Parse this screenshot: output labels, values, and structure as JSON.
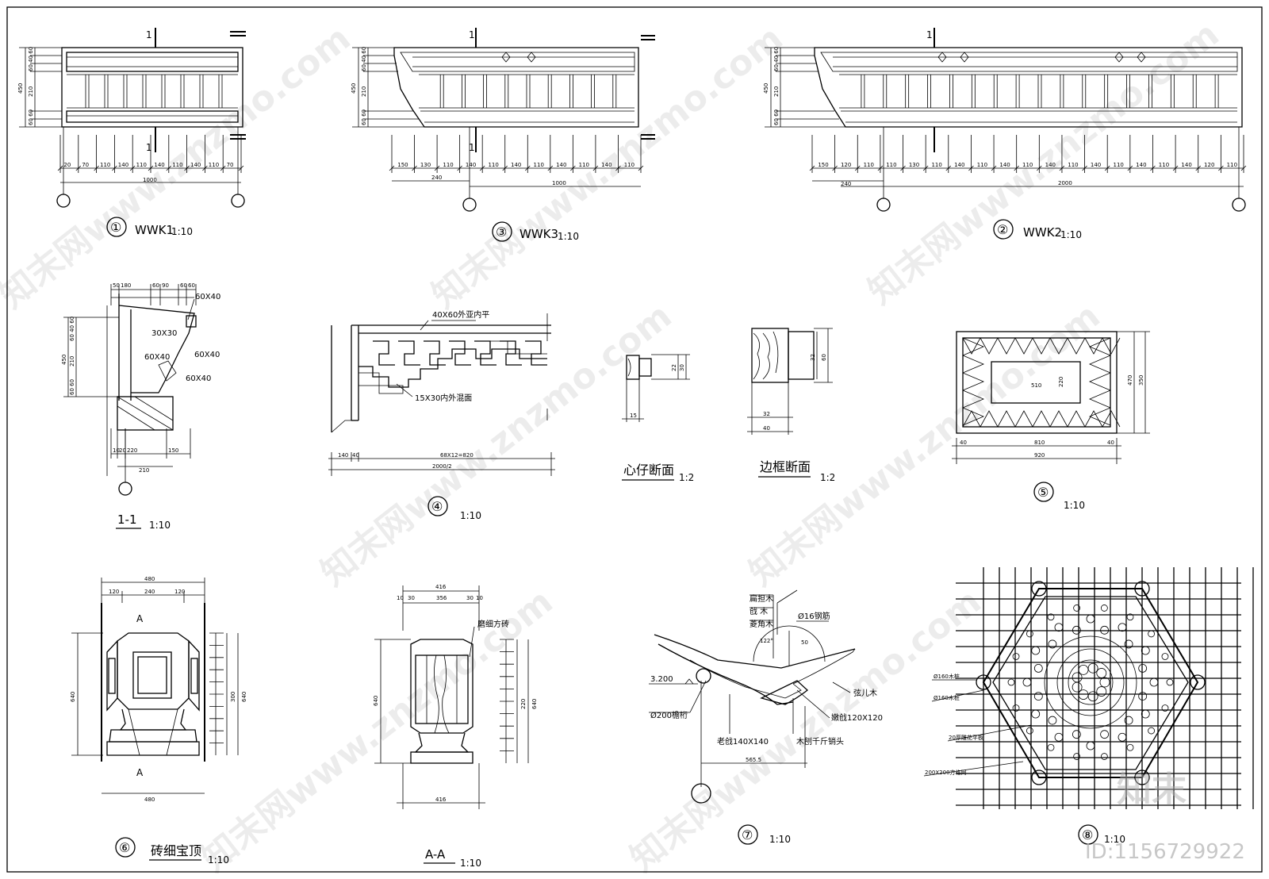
{
  "drawing": {
    "wwk1": {
      "num": "①",
      "name": "WWK1",
      "scale": "1:10",
      "sec": "1",
      "vdims": [
        "60",
        "40",
        "60",
        "210",
        "60",
        "60"
      ],
      "vtotal": "450",
      "hdims": [
        "20",
        "70",
        "110",
        "140",
        "110",
        "140",
        "110",
        "140",
        "110",
        "70"
      ],
      "total": "1000"
    },
    "wwk3": {
      "num": "③",
      "name": "WWK3",
      "scale": "1:10",
      "sec": "1",
      "vdims": [
        "60",
        "40",
        "60",
        "210",
        "60",
        "60"
      ],
      "vtotal": "450",
      "hdims": [
        "150",
        "130",
        "110",
        "140",
        "110",
        "140",
        "110",
        "140",
        "110",
        "140",
        "110"
      ],
      "sub": "240",
      "total": "1000"
    },
    "wwk2": {
      "num": "②",
      "name": "WWK2",
      "scale": "1:10",
      "sec": "1",
      "vdims": [
        "60",
        "40",
        "60",
        "210",
        "60",
        "60"
      ],
      "vtotal": "450",
      "hdims": [
        "150",
        "120",
        "110",
        "110",
        "130",
        "110",
        "140",
        "110",
        "140",
        "110",
        "140",
        "110",
        "140",
        "110",
        "140",
        "110",
        "140",
        "120",
        "110"
      ],
      "sub": "240",
      "total": "2000"
    },
    "sec11": {
      "name": "1-1",
      "scale": "1:10",
      "top": [
        "50",
        "180",
        "60",
        "90",
        "60",
        "60"
      ],
      "notes": [
        "60X40",
        "30X30",
        "60X40",
        "60X40",
        "60X40"
      ],
      "vdims": [
        "60",
        "40",
        "60",
        "210",
        "60",
        "60"
      ],
      "vtotal": "450",
      "bottom": [
        "10",
        "20",
        "220",
        "150"
      ],
      "btotal": "210"
    },
    "d4": {
      "num": "④",
      "scale": "1:10",
      "note1": "40X60外亚内平",
      "note2": "15X30内外混面",
      "bottom": [
        "140",
        "40",
        "68X12=820"
      ],
      "total": "2000/2"
    },
    "xz": {
      "name": "心仔断面",
      "scale": "1:2",
      "d1": "22",
      "d2": "30",
      "w": "15"
    },
    "bk": {
      "name": "边框断面",
      "scale": "1:2",
      "d1": "32",
      "d2": "60",
      "w1": "32",
      "w2": "40"
    },
    "d5": {
      "num": "⑤",
      "scale": "1:10",
      "w1": "810",
      "w2": "920",
      "h1": "470",
      "h2": "350",
      "inner": "510",
      "inner_h": "220",
      "side": "40"
    },
    "d6": {
      "num": "⑥",
      "name": "砖细宝顶",
      "scale": "1:10",
      "top": "480",
      "parts": [
        "120",
        "240",
        "120"
      ],
      "bottom": "480",
      "h": "640",
      "mid": "300",
      "sec": "A"
    },
    "aa": {
      "name": "A-A",
      "scale": "1:10",
      "top": "416",
      "parts": [
        "10",
        "30",
        "356",
        "30",
        "10"
      ],
      "bottom": "416",
      "h": "640",
      "mid": "220",
      "note": "磨细方砖"
    },
    "d7": {
      "num": "⑦",
      "scale": "1:10",
      "notes": [
        "扁担木",
        "戗 木",
        "菱角木",
        "Ø16钢筋",
        "嫩戗120X120",
        "老戗140X140",
        "木刨千斤销头",
        "Ø200檐桁",
        "弦儿木"
      ],
      "elev": "3.200",
      "angle": "122°",
      "r": "50",
      "dim": "565.5"
    },
    "d8": {
      "num": "⑧",
      "scale": "1:10",
      "notes": [
        "Ø160木桩",
        "Ø160木桩",
        "20厚雕花平板",
        "200X200方格网"
      ]
    },
    "watermark": {
      "site": "知末网www.znzmo.com",
      "logo": "知末",
      "id": "ID:1156729922"
    }
  }
}
